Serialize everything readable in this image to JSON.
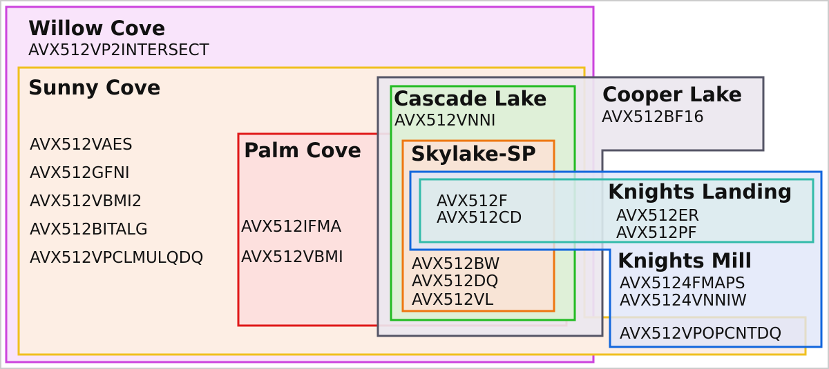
{
  "diagram": {
    "willow_cove": {
      "title": "Willow Cove",
      "features": [
        "AVX512VP2INTERSECT"
      ],
      "color": "#cc44dd"
    },
    "sunny_cove": {
      "title": "Sunny Cove",
      "features": [
        "AVX512VAES",
        "AVX512GFNI",
        "AVX512VBMI2",
        "AVX512BITALG",
        "AVX512VPCLMULQDQ"
      ],
      "color": "#f0c020"
    },
    "palm_cove": {
      "title": "Palm Cove",
      "features": [
        "AVX512IFMA",
        "AVX512VBMI"
      ],
      "color": "#e01818"
    },
    "cooper_lake": {
      "title": "Cooper Lake",
      "features": [
        "AVX512BF16"
      ],
      "color": "#555566"
    },
    "cascade_lake": {
      "title": "Cascade Lake",
      "features": [
        "AVX512VNNI"
      ],
      "color": "#22bb22"
    },
    "skylake_sp": {
      "title": "Skylake-SP",
      "features_top": [
        "AVX512F",
        "AVX512CD"
      ],
      "features_bottom": [
        "AVX512BW",
        "AVX512DQ",
        "AVX512VL"
      ],
      "color": "#ee7711"
    },
    "knights_landing": {
      "title": "Knights Landing",
      "features": [
        "AVX512ER",
        "AVX512PF"
      ],
      "color": "#33bbaa"
    },
    "knights_mill": {
      "title": "Knights Mill",
      "features": [
        "AVX5124FMAPS",
        "AVX5124VNNIW"
      ],
      "color": "#1166dd"
    },
    "shared": {
      "features": [
        "AVX512VPOPCNTDQ"
      ]
    }
  }
}
